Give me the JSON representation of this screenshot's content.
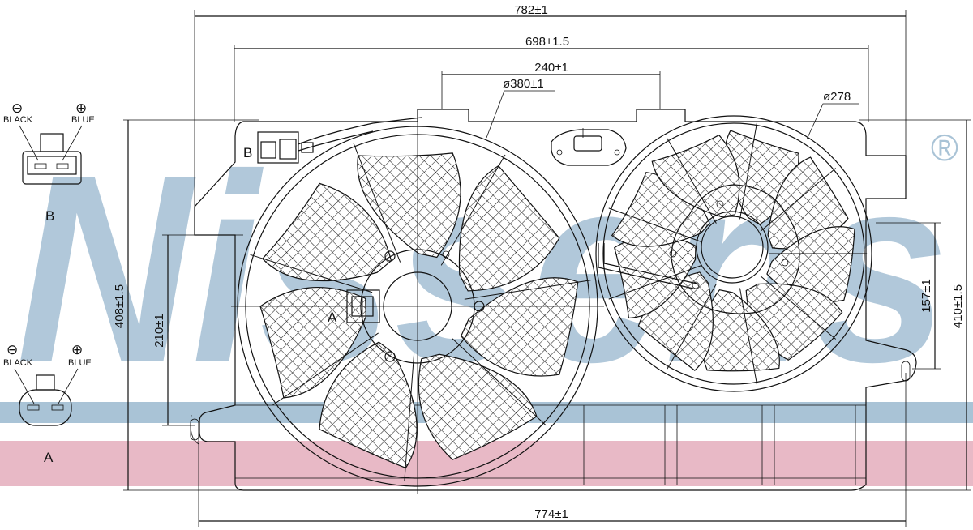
{
  "watermark": {
    "brand": "Nissens",
    "registered_mark": "®",
    "band_blue": "#a9c3d6",
    "band_pink": "#e8b9c6",
    "text_color": "#a9c3d6"
  },
  "connectors": {
    "B": {
      "label": "B",
      "minus_symbol": "⊖",
      "plus_symbol": "⊕",
      "left_wire": "BLACK",
      "right_wire": "BLUE"
    },
    "A": {
      "label": "A",
      "minus_symbol": "⊖",
      "plus_symbol": "⊕",
      "left_wire": "BLACK",
      "right_wire": "BLUE"
    }
  },
  "fans": {
    "left": {
      "diameter_label": "ø380±1",
      "connector_label": "A"
    },
    "right": {
      "diameter_label": "ø278"
    },
    "housing_connector_label": "B"
  },
  "dimensions": {
    "overall_width": "782±1",
    "shroud_width": "698±1.5",
    "mount_spacing": "240±1",
    "bottom_width": "774±1",
    "left_height": "408±1.5",
    "right_height": "410±1.5",
    "left_inner_height": "210±1",
    "right_inner_height": "157±1"
  }
}
